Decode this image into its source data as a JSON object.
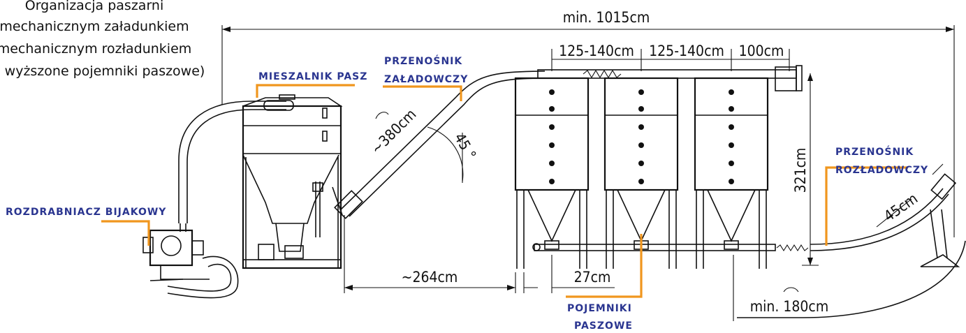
{
  "title_lines": [
    "Organizacja paszarni",
    "mechanicznym załadunkiem",
    "mechanicznym rozładunkiem",
    "wyższone pojemniki paszowe)"
  ],
  "labels": {
    "mixer": "MIESZALNIK PASZ",
    "loading_conveyor_1": "PRZENOŚNIK",
    "loading_conveyor_2": "ZAŁADOWCZY",
    "hammer_mill": "ROZDRABNIACZ BIJAKOWY",
    "unloading_conveyor_1": "PRZENOŚNIK",
    "unloading_conveyor_2": "ROZŁADOWCZY",
    "bins_1": "POJEMNIKI",
    "bins_2": "PASZOWE"
  },
  "dimensions": {
    "total_length": "min. 1015cm",
    "spacing_1": "125-140cm",
    "spacing_2": "125-140cm",
    "end_length": "100cm",
    "conveyor_length": "~380cm",
    "angle": "45 °",
    "height": "321cm",
    "unload_length": "45cm",
    "horizontal_gap": "~264cm",
    "bin_gap": "27cm",
    "min_radius": "min. 180cm"
  },
  "colors": {
    "leader": "#f0961e",
    "label_text": "#2a3590",
    "line": "#111111"
  }
}
